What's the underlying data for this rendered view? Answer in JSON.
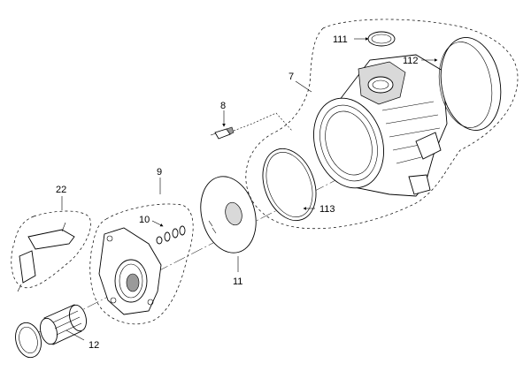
{
  "diagram": {
    "callouts": {
      "c7": "7",
      "c8": "8",
      "c9": "9",
      "c10": "10",
      "c11": "11",
      "c12": "12",
      "c22": "22",
      "c111": "111",
      "c112": "112",
      "c113": "113"
    }
  }
}
